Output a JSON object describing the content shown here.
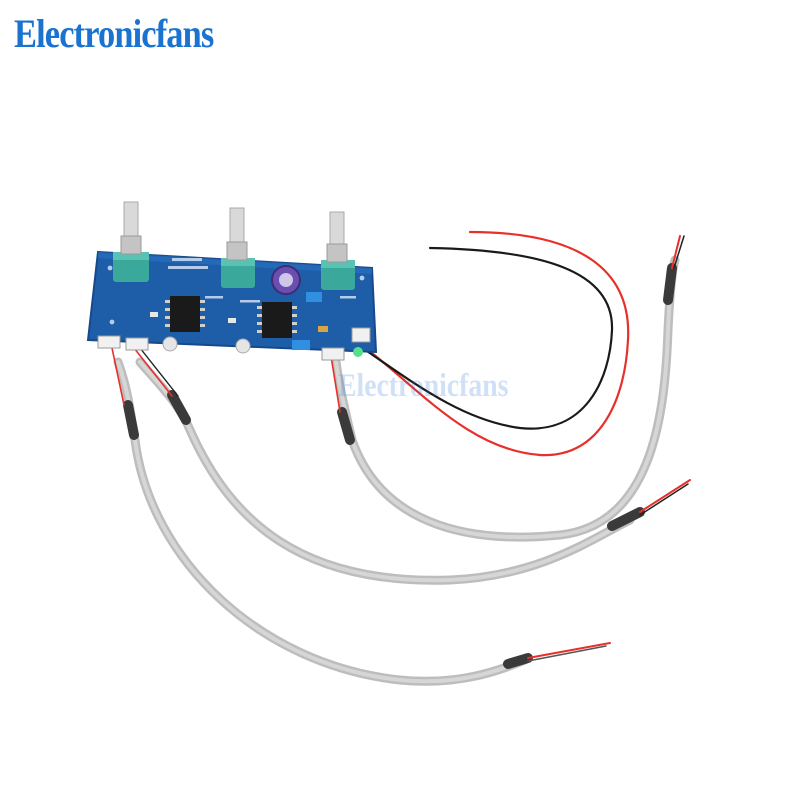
{
  "brand": {
    "text": "Electronicfans",
    "color": "#1a73d1"
  },
  "watermark": {
    "text": "Electronicfans"
  },
  "product": {
    "pcb_color": "#1e5ea8",
    "potentiometer_count": 3,
    "opamp_chip_count": 2,
    "cable_colors": {
      "shielded": "#c9c9c9",
      "power_positive": "#e8302a",
      "power_negative": "#1a1a1a"
    }
  }
}
